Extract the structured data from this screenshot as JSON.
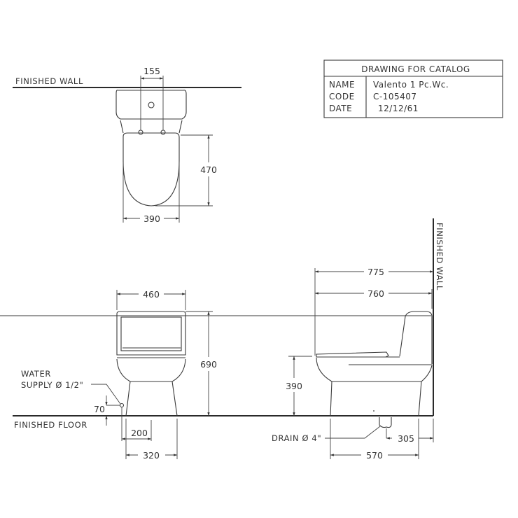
{
  "title_block": {
    "heading": "DRAWING FOR CATALOG",
    "rows": [
      {
        "label": "NAME",
        "value": "Valento 1 Pc.Wc."
      },
      {
        "label": "CODE",
        "value": "C-105407"
      },
      {
        "label": "DATE",
        "value": "12/12/61"
      }
    ]
  },
  "top_view": {
    "wall_label": "FINISHED WALL",
    "dims": {
      "hole_spacing": "155",
      "seat_depth": "470",
      "width": "390"
    }
  },
  "front_view": {
    "dims": {
      "tank_width": "460",
      "height": "690",
      "supply_height": "70",
      "supply_offset": "200",
      "base_width": "320"
    },
    "water_supply_label_1": "WATER",
    "water_supply_label_2": "SUPPLY Ø 1/2\"",
    "floor_label": "FINISHED FLOOR"
  },
  "side_view": {
    "wall_label": "FINISHED WALL",
    "dims": {
      "overall_depth": "775",
      "body_depth": "760",
      "seat_height": "390",
      "drain_offset": "305",
      "base_depth": "570"
    },
    "drain_label": "DRAIN Ø 4\""
  },
  "colors": {
    "line": "#2a2a2a",
    "text": "#333333",
    "background": "#ffffff"
  }
}
